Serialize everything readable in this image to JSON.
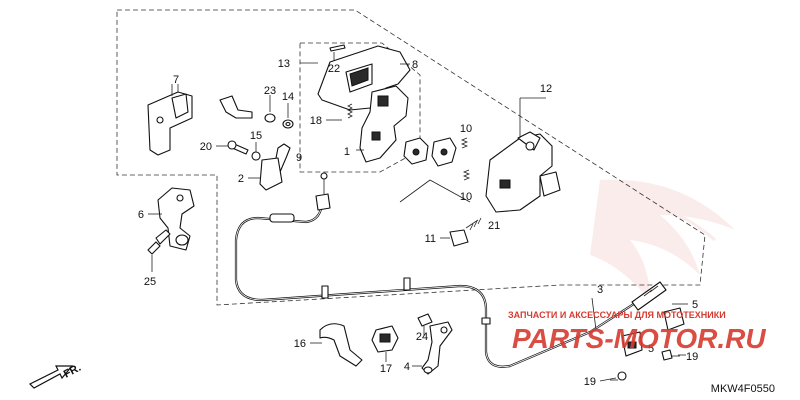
{
  "callouts": {
    "c1": "1",
    "c2": "2",
    "c3": "3",
    "c4": "4",
    "c5a": "5",
    "c5b": "5",
    "c6": "6",
    "c7": "7",
    "c8": "8",
    "c9": "9",
    "c10a": "10",
    "c10b": "10",
    "c11": "11",
    "c12": "12",
    "c13": "13",
    "c14": "14",
    "c15": "15",
    "c16": "16",
    "c17": "17",
    "c18": "18",
    "c19a": "19",
    "c19b": "19",
    "c20": "20",
    "c21": "21",
    "c22": "22",
    "c23": "23",
    "c24": "24",
    "c25": "25"
  },
  "direction_label": "FR.",
  "diagram_code": "MKW4F0550",
  "watermark": {
    "line1": "ЗАПЧАСТИ И АКСЕССУАРЫ ДЛЯ МОТОТЕХНИКИ",
    "line2": "PARTS-MOTOR.RU"
  },
  "colors": {
    "ink": "#111111",
    "watermark": "#d63a2f",
    "watermark_logo": "#f3c9c5"
  }
}
